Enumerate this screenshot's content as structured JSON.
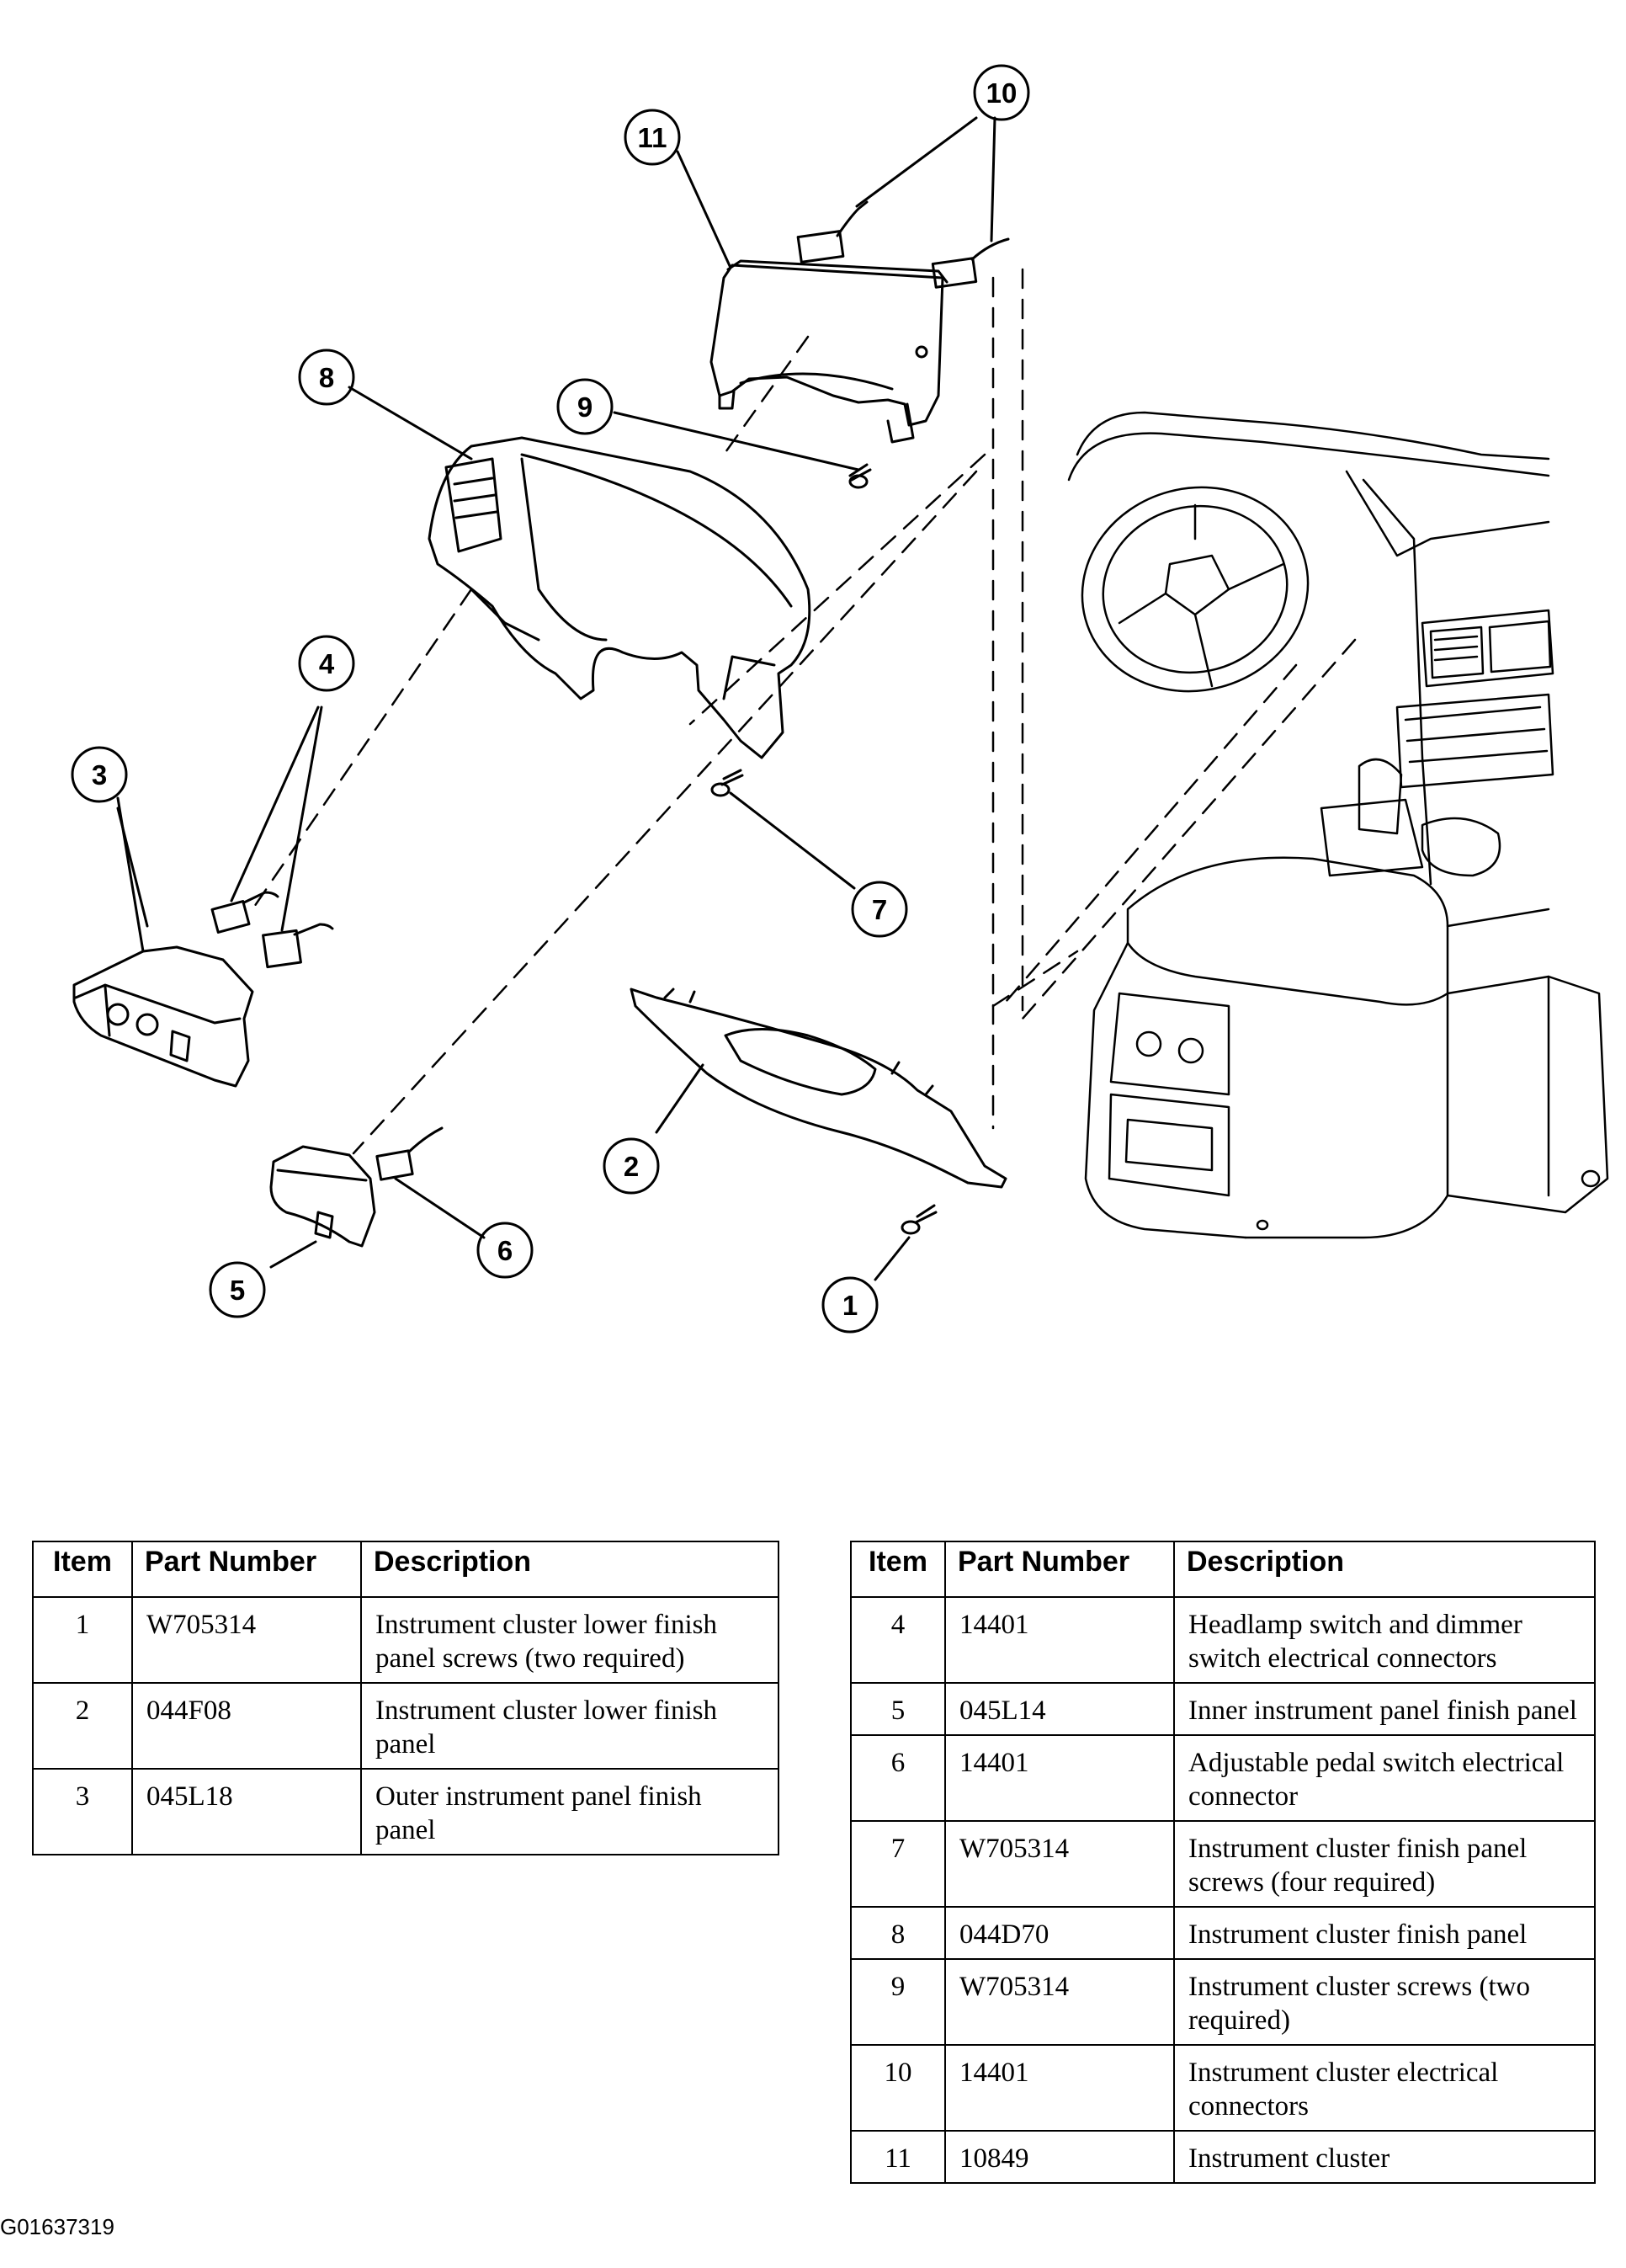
{
  "callouts": [
    "1",
    "2",
    "3",
    "4",
    "5",
    "6",
    "7",
    "8",
    "9",
    "10",
    "11"
  ],
  "table_headers": {
    "item": "Item",
    "part_number": "Part Number",
    "description": "Description"
  },
  "parts_left": [
    {
      "item": "1",
      "part_number": "W705314",
      "description": "Instrument cluster lower finish panel screws (two required)"
    },
    {
      "item": "2",
      "part_number": "044F08",
      "description": "Instrument cluster lower finish panel"
    },
    {
      "item": "3",
      "part_number": "045L18",
      "description": "Outer instrument panel finish panel"
    }
  ],
  "parts_right": [
    {
      "item": "4",
      "part_number": "14401",
      "description": "Headlamp switch and dimmer switch electrical connectors"
    },
    {
      "item": "5",
      "part_number": "045L14",
      "description": "Inner instrument panel finish panel"
    },
    {
      "item": "6",
      "part_number": "14401",
      "description": "Adjustable pedal switch electrical connector"
    },
    {
      "item": "7",
      "part_number": "W705314",
      "description": "Instrument cluster finish panel screws (four required)"
    },
    {
      "item": "8",
      "part_number": "044D70",
      "description": "Instrument cluster finish panel"
    },
    {
      "item": "9",
      "part_number": "W705314",
      "description": "Instrument cluster screws (two required)"
    },
    {
      "item": "10",
      "part_number": "14401",
      "description": "Instrument cluster electrical connectors"
    },
    {
      "item": "11",
      "part_number": "10849",
      "description": "Instrument cluster"
    }
  ],
  "figure_code": "G01637319"
}
